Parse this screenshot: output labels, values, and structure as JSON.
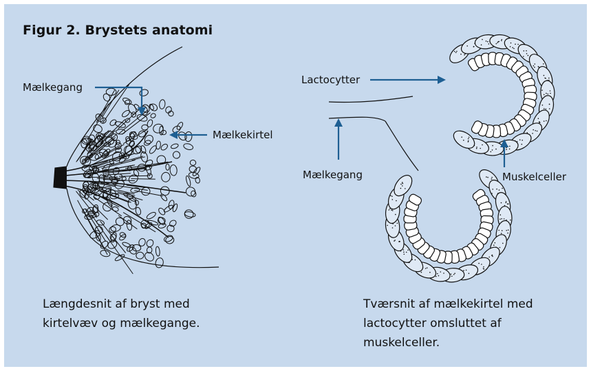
{
  "figure": {
    "title": "Figur 2. Brystets anatomi",
    "left": {
      "labels": {
        "duct": "Mælkegang",
        "gland": "Mælkekirtel"
      },
      "caption_line1": "Længdesnit af bryst med",
      "caption_line2": "kirtelvæv og mælkegange."
    },
    "right": {
      "labels": {
        "lactocytes": "Lactocytter",
        "duct": "Mælkegang",
        "muscle": "Muskelceller"
      },
      "caption_line1": "Tværsnit af mælkekirtel med",
      "caption_line2": "lactocytter omsluttet af",
      "caption_line3": "muskelceller."
    },
    "colors": {
      "background": "#c7d9ed",
      "arrow": "#1e5f93",
      "ink": "#111111"
    }
  }
}
